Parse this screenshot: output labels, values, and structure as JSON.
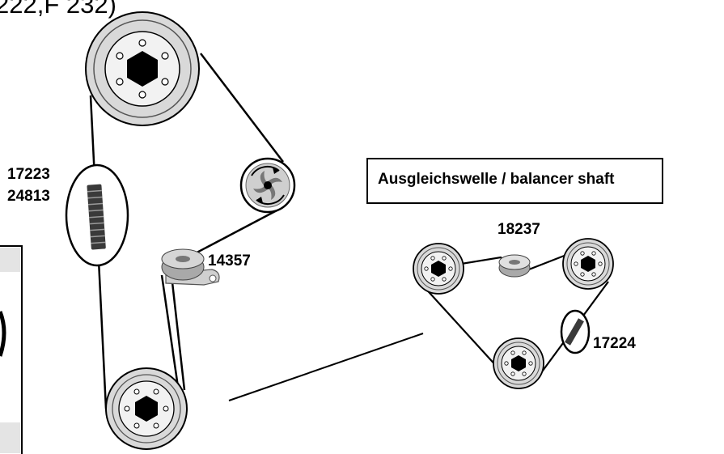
{
  "header": {
    "text": "222,F 232)"
  },
  "labels": {
    "belt_part_a": "17223",
    "belt_part_b": "24813",
    "tensioner_part": "14357",
    "balancer_tensioner_part": "18237",
    "balancer_belt_part": "17224"
  },
  "balancer_box": {
    "title": "Ausgleichswelle / balancer shaft"
  },
  "icons": {
    "crank_pulley": "hex-pulley-icon",
    "cam_pulley": "hex-pulley-icon",
    "water_pump": "water-pump-icon",
    "tensioner": "tensioner-roller-icon",
    "belt": "toothed-belt-icon"
  },
  "colors": {
    "line": "#000000",
    "pulley_fill": "#d9d9d9",
    "hub_fill": "#f2f2f2",
    "hex_fill": "#000000"
  }
}
